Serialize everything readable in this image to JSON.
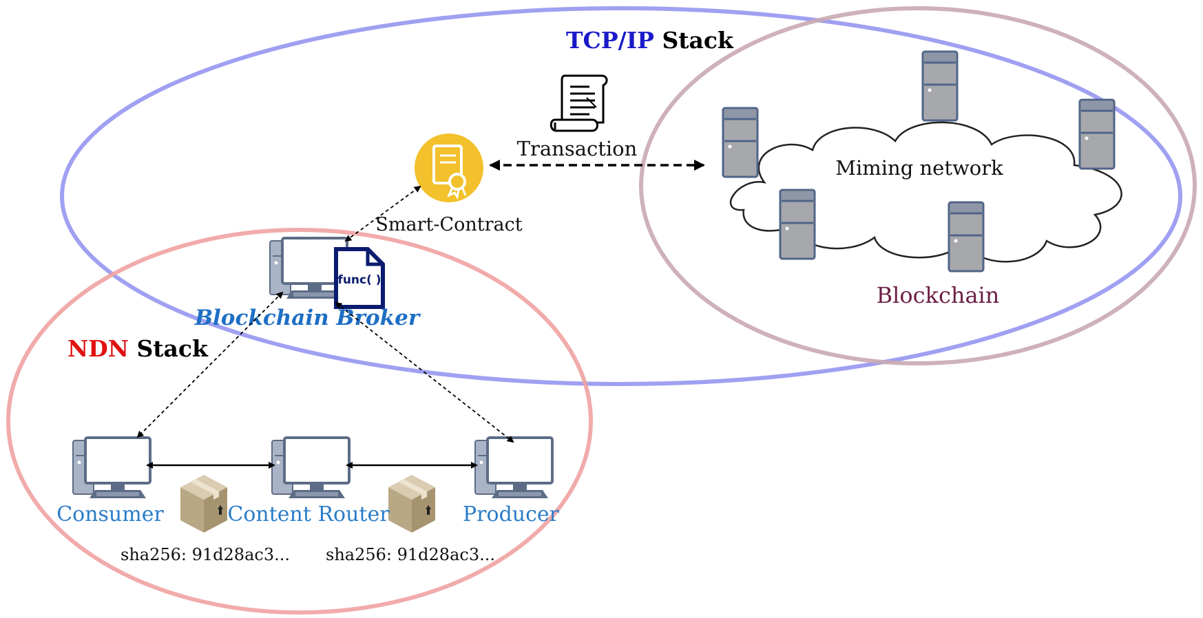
{
  "tcpip": {
    "accent": "TCP/IP",
    "rest": " Stack",
    "accent_color": "#1a1ac8",
    "ring_color": "#8f8ff0"
  },
  "ndn": {
    "accent": "NDN",
    "rest": " Stack",
    "accent_color": "#e01010",
    "ring_color": "#f0a2a2"
  },
  "blockchain": {
    "label": "Blockchain",
    "ring_color": "#c9a9b1",
    "label_color": "#6b1f45"
  },
  "mining": {
    "label": "Miming network",
    "server_icon": "server-icon"
  },
  "transaction": {
    "label": "Transaction",
    "icon": "document-scroll-icon"
  },
  "smart_contract": {
    "label": "Smart-Contract",
    "icon": "certificate-badge-icon",
    "color": "#f2c12b"
  },
  "broker": {
    "label": "Blockchain Broker",
    "func_label": "func( )",
    "color": "#1e6fc4",
    "func_color": "#0b1c6f",
    "icon": "desktop-computer-icon"
  },
  "nodes": {
    "consumer": "Consumer",
    "router": "Content Router",
    "producer": "Producer",
    "color": "#2a7cc7"
  },
  "packets": {
    "hash1": "sha256: 91d28ac3...",
    "hash2": "sha256: 91d28ac3...",
    "icon": "package-box-icon"
  }
}
